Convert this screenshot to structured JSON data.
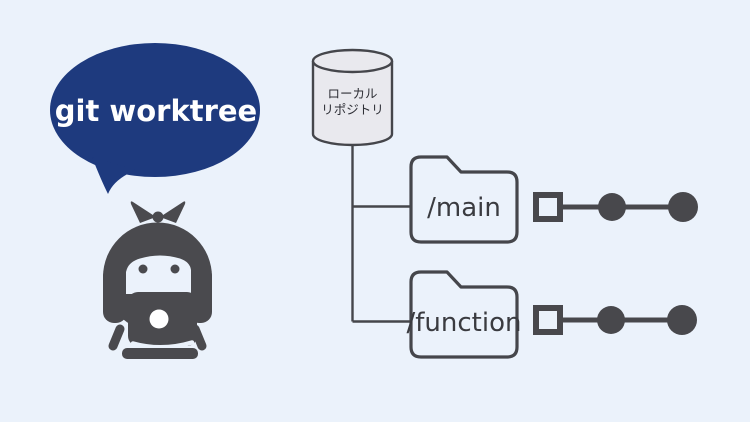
{
  "colors": {
    "bg": "#ebf2fb",
    "ink": "#45464b",
    "node": "#48484c",
    "bubble": "#1e3a7e",
    "bubble_text": "#ffffff",
    "character": "#4a4a4e",
    "repo_fill": "#e9e9ee",
    "repo_text": "#2e2f36",
    "label_text": "#3a3b40",
    "white": "#ffffff"
  },
  "speech_bubble": {
    "label": "git worktree"
  },
  "character": {
    "icon": "girl-with-laptop-icon"
  },
  "local_repository": {
    "label_line1": "ローカル",
    "label_line2": "リポジトリ"
  },
  "worktrees": [
    {
      "label": "/main",
      "commit_count": 2,
      "head_marker": "square-outline"
    },
    {
      "label": "/function",
      "commit_count": 2,
      "head_marker": "square-outline"
    }
  ]
}
